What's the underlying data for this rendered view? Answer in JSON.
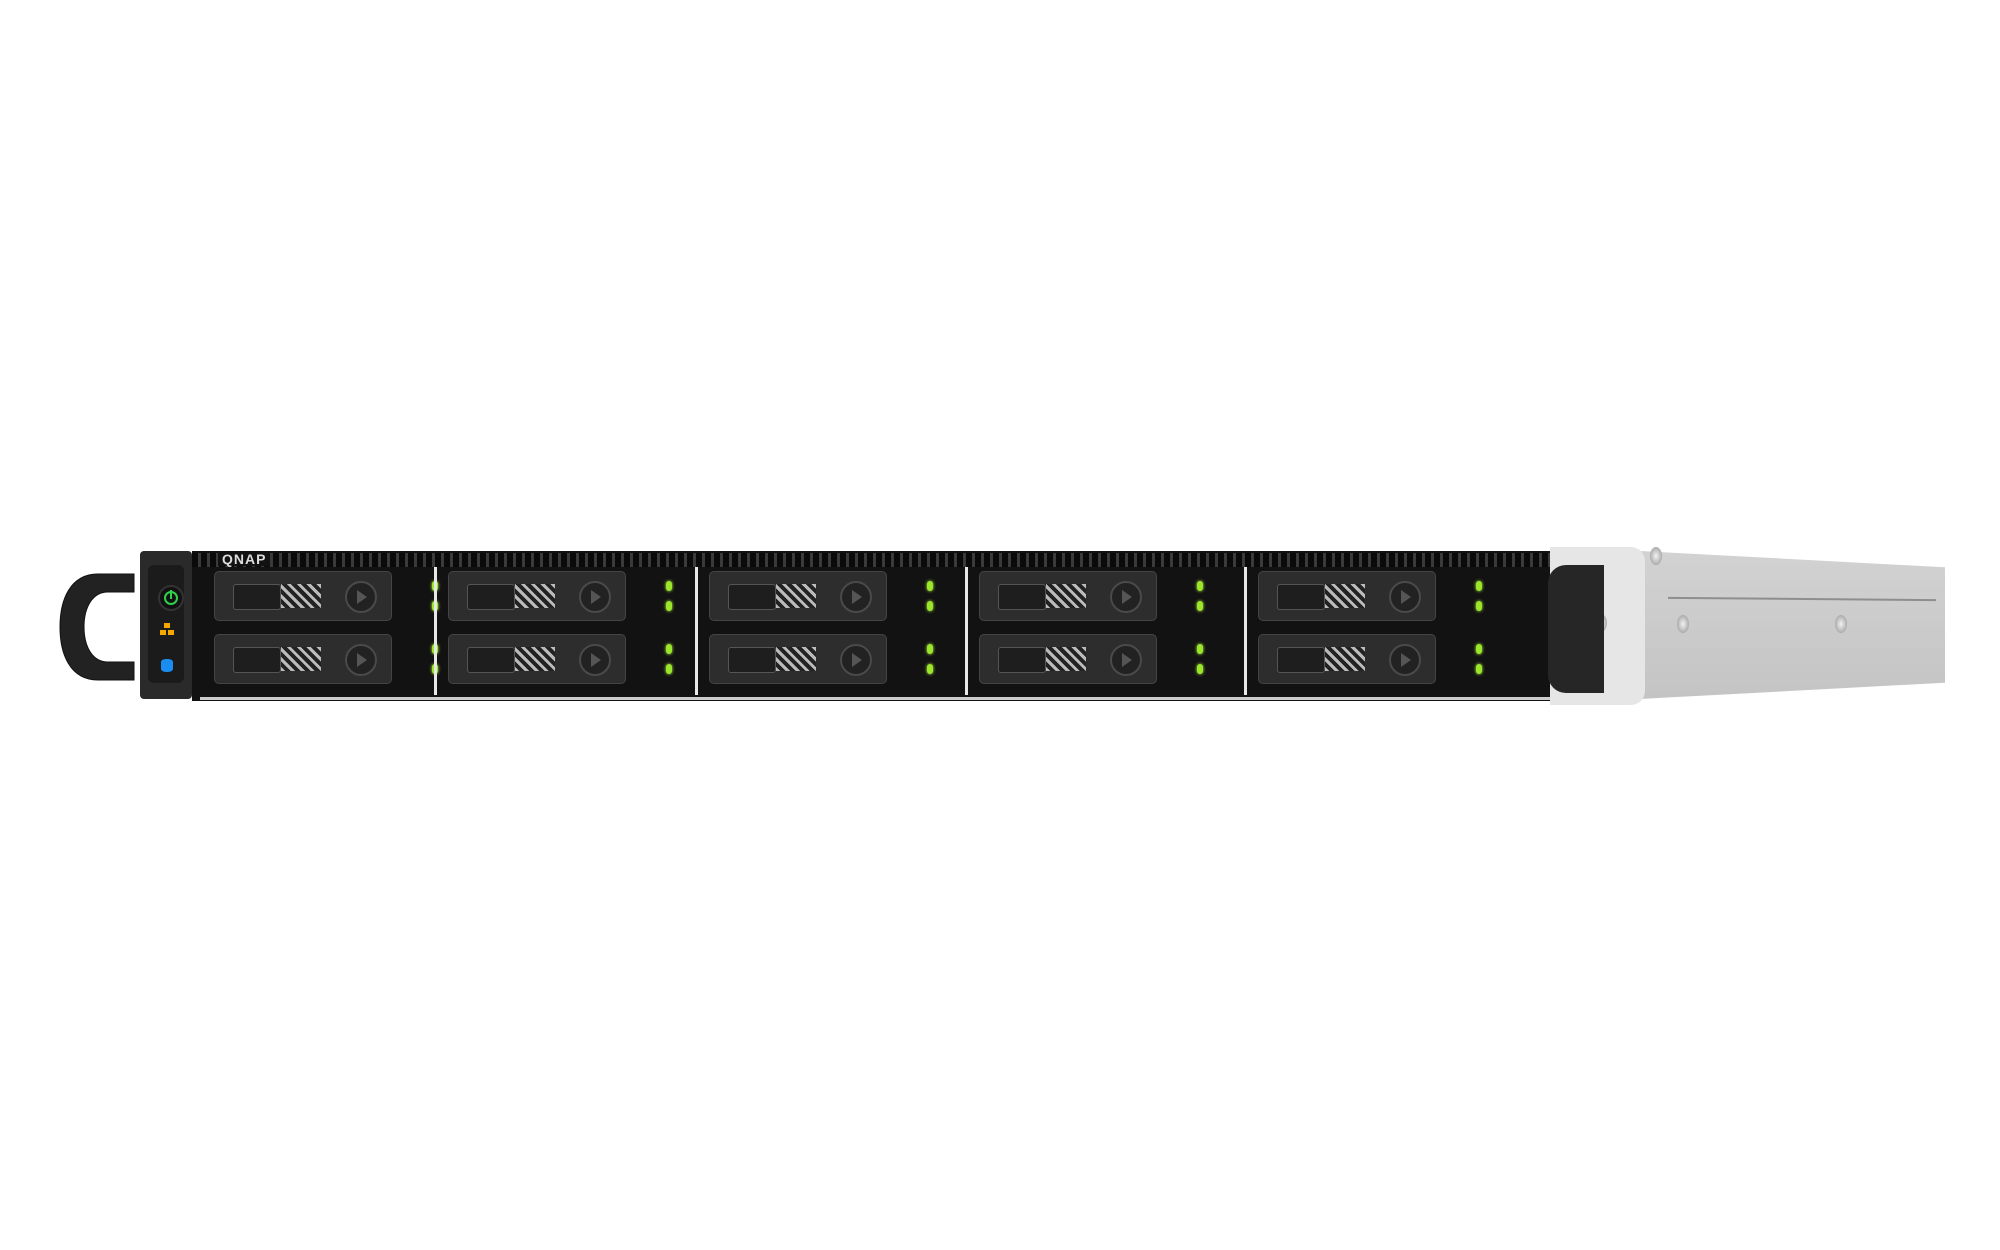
{
  "brand": "QNAP",
  "drive_bays": {
    "columns": 5,
    "rows": 2,
    "count": 10
  },
  "status_indicators": [
    "power-led",
    "network-led",
    "disk-led"
  ],
  "colors": {
    "power_led": "#2fd04a",
    "network_led": "#f5a800",
    "disk_led": "#1a8df0",
    "bay_led": "#9be52a",
    "chassis": "#121212",
    "rail": "#c8c8c8"
  }
}
